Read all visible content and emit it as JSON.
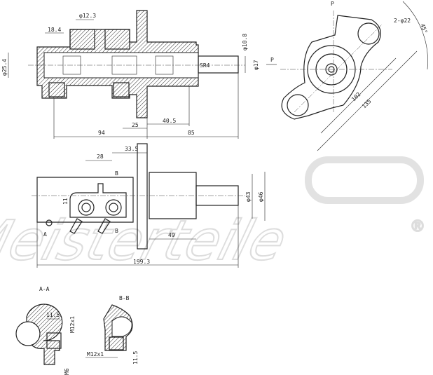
{
  "watermark": {
    "brand": "Meisterteile",
    "mark": "®"
  },
  "side_section": {
    "labels": {
      "d12_3": "φ12.3",
      "l18_4": "18.4",
      "d25_4": "φ25.4",
      "sr4": "SR4",
      "d10_8": "φ10.8",
      "d17": "φ17",
      "l94": "94",
      "l25": "25",
      "l40_5": "40.5",
      "l85": "85"
    }
  },
  "end_view": {
    "labels": {
      "p_top": "P",
      "p_side": "P",
      "holes": "2-φ22",
      "angle": "45°",
      "l102": "102",
      "l135": "135"
    }
  },
  "top_view": {
    "labels": {
      "l33_5": "33.5",
      "l28": "28",
      "b_top": "B",
      "b_bot": "B",
      "a": "A",
      "l11": "11",
      "d43": "φ43",
      "d46": "φ46",
      "l49": "49",
      "l199_3": "199.3"
    }
  },
  "section_aa": {
    "title": "A-A",
    "l11_5": "11.5",
    "thread": "M12x1",
    "m6": "M6"
  },
  "section_bb": {
    "title": "B-B",
    "thread": "M12x1",
    "l11_5": "11.5"
  }
}
